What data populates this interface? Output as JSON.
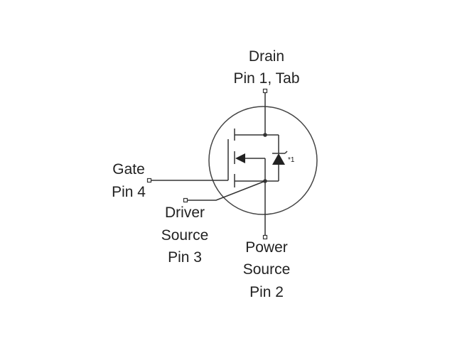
{
  "labels": {
    "drain": [
      "Drain",
      "Pin 1, Tab"
    ],
    "gate": [
      "Gate",
      "Pin 4"
    ],
    "driver_source": [
      "Driver",
      "Source",
      "Pin 3"
    ],
    "power_source": [
      "Power",
      "Source",
      "Pin 2"
    ]
  },
  "diode_note": "*1"
}
